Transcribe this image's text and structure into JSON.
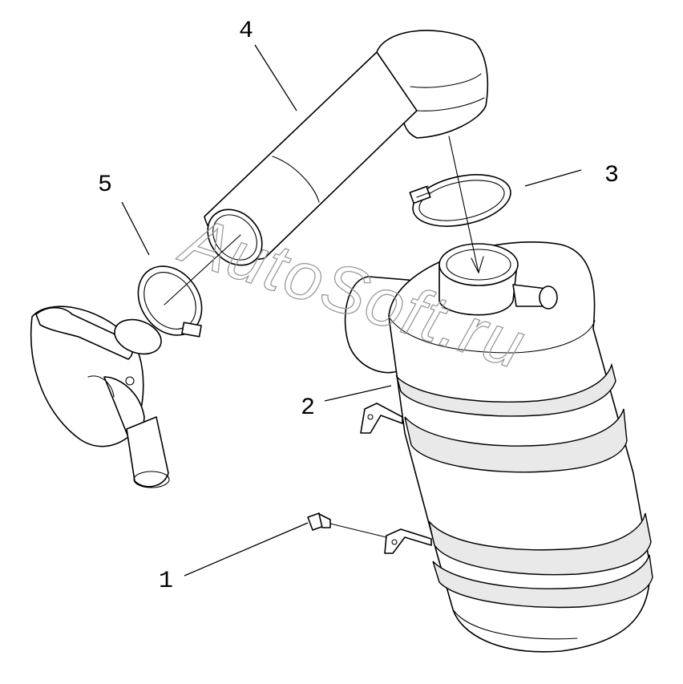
{
  "watermark": "AutoSoft.ru",
  "callouts": [
    {
      "id": "1",
      "label": "1"
    },
    {
      "id": "2",
      "label": "2"
    },
    {
      "id": "3",
      "label": "3"
    },
    {
      "id": "4",
      "label": "4"
    },
    {
      "id": "5",
      "label": "5"
    }
  ],
  "colors": {
    "line": "#000000",
    "background": "#ffffff",
    "watermark": "#9a9a9a"
  }
}
